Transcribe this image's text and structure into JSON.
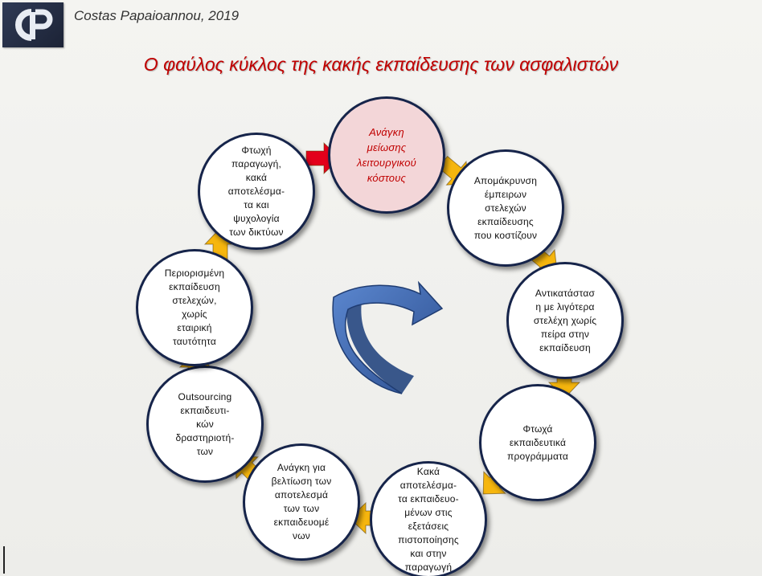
{
  "header": {
    "logo_text": "CP",
    "author": "Costas Papaioannou, 2019",
    "title": "Ο φαύλος κύκλος της κακής εκπαίδευσης των ασφαλιστών"
  },
  "colors": {
    "title": "#c00000",
    "circle_border": "#16244a",
    "highlight_fill": "#f3d6d8",
    "connector_arrow": "#f6b60e",
    "emphasis_arrow": "#e3001b",
    "center_arrow": "#4472c4"
  },
  "cycle": {
    "nodes": [
      {
        "id": "n1",
        "text": "Ανάγκη\nμείωσης\nλειτουργικού\nκόστους",
        "highlight": true
      },
      {
        "id": "n2",
        "text": "Απομάκρυνση\nέμπειρων\nστελεχών\nεκπαίδευσης\nπου κοστίζουν",
        "highlight": false
      },
      {
        "id": "n3",
        "text": "Αντικατάστασ\nη με λιγότερα\nστελέχη χωρίς\nπείρα στην\nεκπαίδευση",
        "highlight": false
      },
      {
        "id": "n4",
        "text": "Φτωχά\nεκπαιδευτικά\nπρογράμματα",
        "highlight": false
      },
      {
        "id": "n5",
        "text": "Κακά\nαποτελέσμα-\nτα εκπαιδευο-\nμένων στις\nεξετάσεις\nπιστοποίησης\nκαι στην\nπαραγωγή",
        "highlight": false
      },
      {
        "id": "n6",
        "text": "Ανάγκη για\nβελτίωση των\nαποτελεσμά\nτων των\nεκπαιδευομέ\nνων",
        "highlight": false
      },
      {
        "id": "n7",
        "text": "Outsourcing\nεκπαιδευτι-\nκών\nδραστηριοτή-\nτων",
        "highlight": false
      },
      {
        "id": "n8",
        "text": "Περιορισμένη\nεκπαίδευση\nστελεχών,\nχωρίς\nεταιρική\nταυτότητα",
        "highlight": false
      },
      {
        "id": "n9",
        "text": "Φτωχή\nπαραγωγή,\nκακά\nαποτελέσμα-\nτα και\nψυχολογία\nτων δικτύων",
        "highlight": false
      }
    ],
    "connectors": [
      {
        "from": "n9",
        "to": "n1",
        "style": "emphasis",
        "icon": "arrow-right-icon"
      },
      {
        "from": "n1",
        "to": "n2",
        "style": "normal",
        "icon": "arrow-down-right-icon"
      },
      {
        "from": "n2",
        "to": "n3",
        "style": "normal",
        "icon": "arrow-down-right-icon"
      },
      {
        "from": "n3",
        "to": "n4",
        "style": "normal",
        "icon": "arrow-down-icon"
      },
      {
        "from": "n4",
        "to": "n5",
        "style": "normal",
        "icon": "arrow-down-left-icon"
      },
      {
        "from": "n5",
        "to": "n6",
        "style": "normal",
        "icon": "arrow-left-icon"
      },
      {
        "from": "n6",
        "to": "n7",
        "style": "normal",
        "icon": "arrow-up-left-icon"
      },
      {
        "from": "n7",
        "to": "n8",
        "style": "normal",
        "icon": "arrow-up-icon"
      },
      {
        "from": "n8",
        "to": "n9",
        "style": "normal",
        "icon": "arrow-up-icon"
      }
    ],
    "center_icon": "curved-cycle-arrow-icon"
  }
}
